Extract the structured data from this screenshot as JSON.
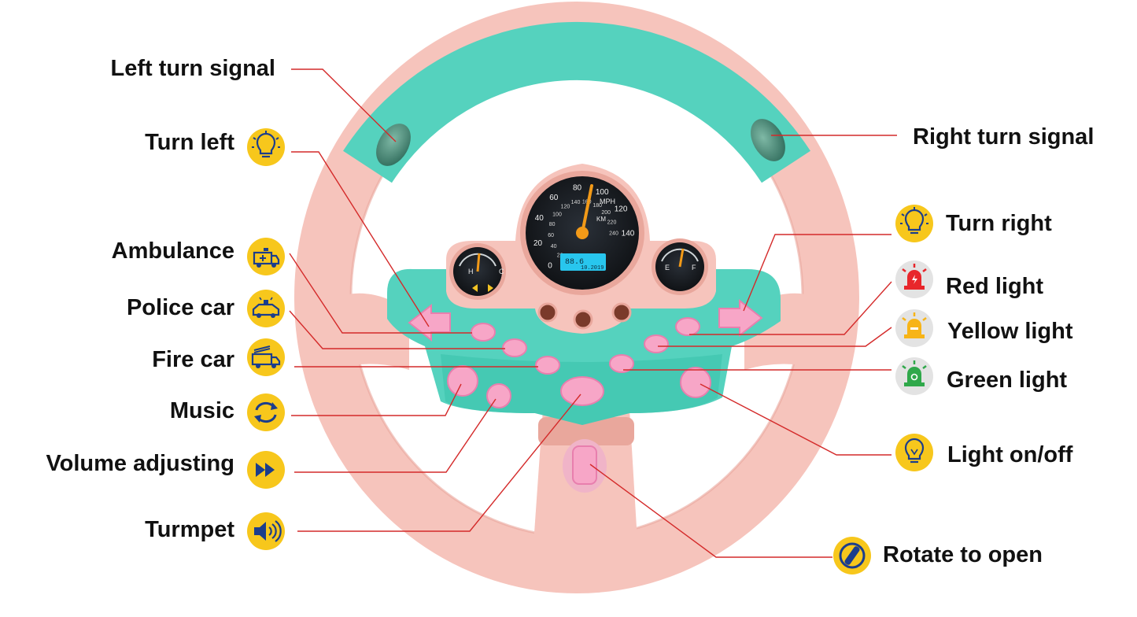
{
  "colors": {
    "wheel_pink": "#f6c4bc",
    "wheel_pink_shadow": "#e9a79c",
    "teal": "#55d2be",
    "teal_dark": "#2fb9a4",
    "leader_line": "#d42a2a",
    "icon_yellow": "#f7c71c",
    "icon_blue": "#1b3d8c",
    "button_pink": "#f7a6c7",
    "gauge_dark": "#1b1f24"
  },
  "speedometer": {
    "unit_top": "MPH",
    "unit_bottom": "KM",
    "display_value": "88.6",
    "display_date": "10.2019",
    "outer_ticks": [
      "0",
      "20",
      "40",
      "60",
      "80",
      "100",
      "120",
      "140"
    ],
    "inner_ticks": [
      "20",
      "40",
      "60",
      "80",
      "100",
      "120",
      "140",
      "160",
      "180",
      "200",
      "220",
      "240"
    ]
  },
  "temp_gauge": {
    "high": "H",
    "low": "C"
  },
  "fuel_gauge": {
    "empty": "E",
    "full": "F"
  },
  "labels": {
    "left_turn_signal": "Left turn signal",
    "turn_left": "Turn left",
    "ambulance": "Ambulance",
    "police_car": "Police car",
    "fire_car": "Fire car",
    "music": "Music",
    "volume_adjusting": "Volume adjusting",
    "turmpet": "Turmpet",
    "right_turn_signal": "Right turn signal",
    "turn_right": "Turn right",
    "red_light": "Red light",
    "yellow_light": "Yellow light",
    "green_light": "Green light",
    "light_on_off": "Light on/off",
    "rotate_to_open": "Rotate to open"
  },
  "icons": {
    "turn_left": "lightbulb-icon",
    "ambulance": "ambulance-icon",
    "police_car": "police-car-icon",
    "fire_car": "fire-truck-icon",
    "music": "music-cycle-icon",
    "volume_adjusting": "fast-forward-icon",
    "turmpet": "speaker-icon",
    "turn_right": "lightbulb-icon",
    "red_light": "red-siren-icon",
    "yellow_light": "yellow-siren-icon",
    "green_light": "green-siren-icon",
    "light_on_off": "lightbulb-icon",
    "rotate_to_open": "rotate-knob-icon"
  }
}
